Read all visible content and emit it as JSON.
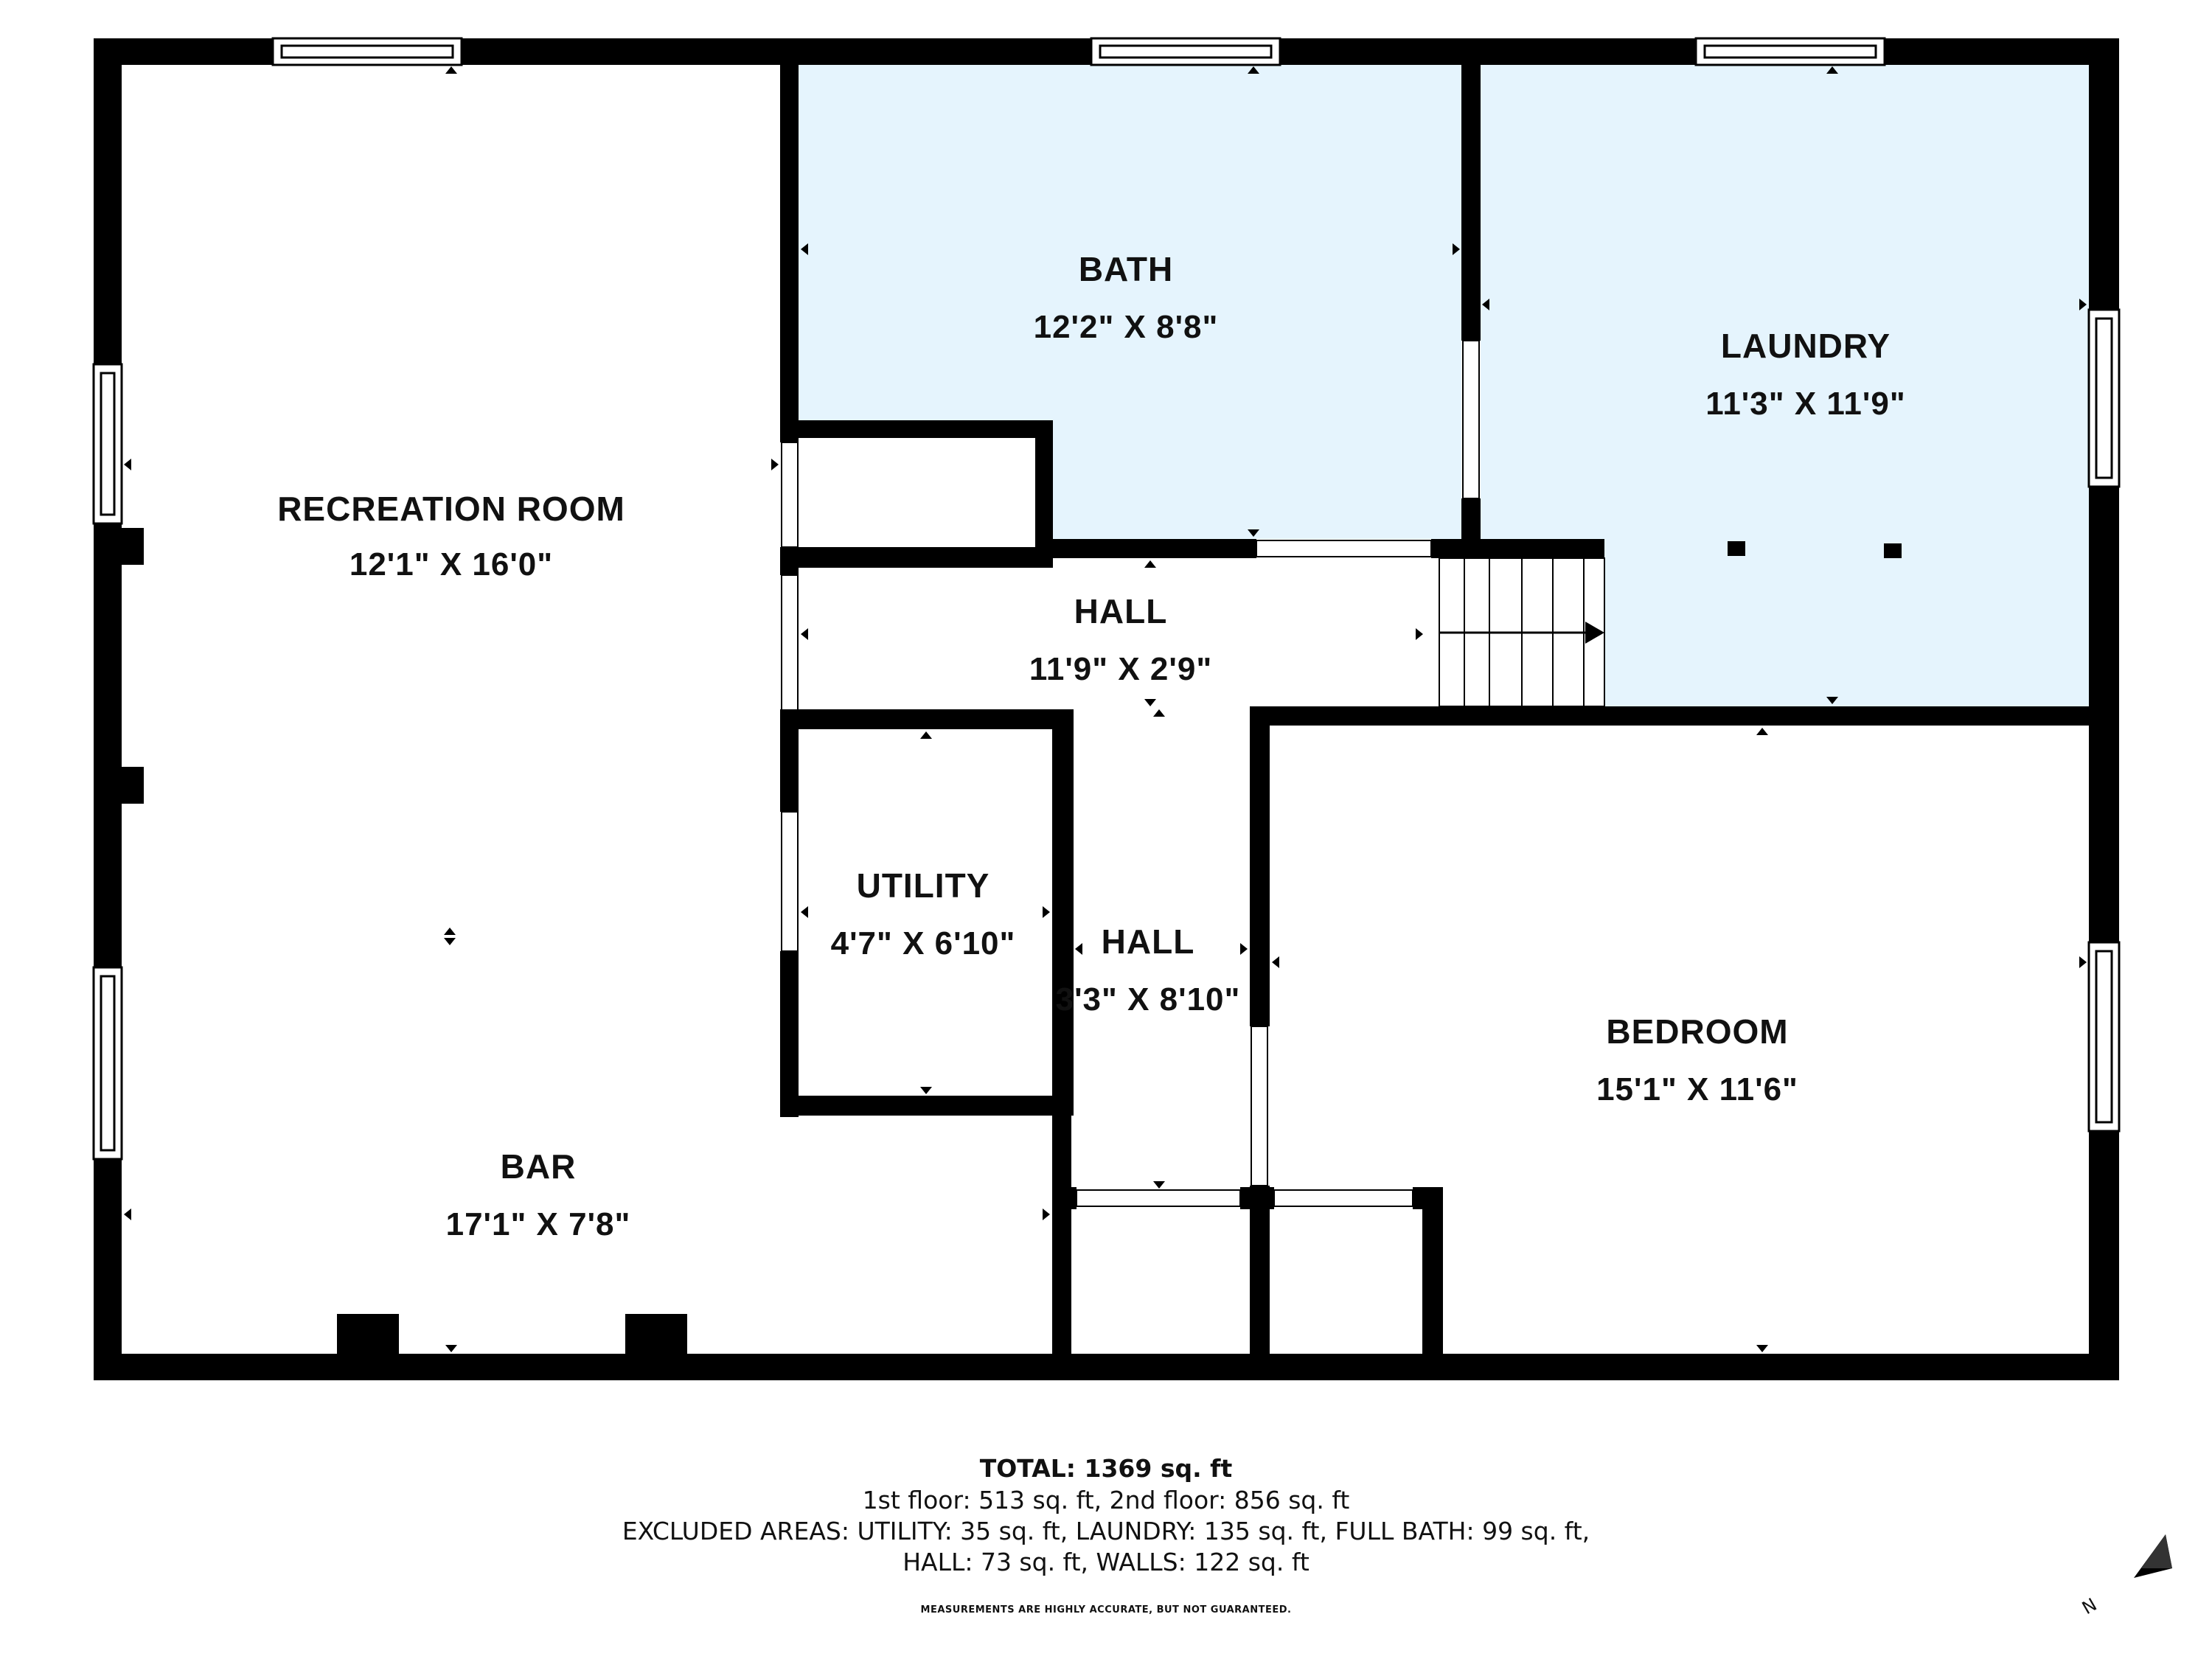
{
  "rooms": {
    "recreation": {
      "name": "RECREATION ROOM",
      "dims": "12'1\" X 16'0\""
    },
    "bath": {
      "name": "BATH",
      "dims": "12'2\" X 8'8\""
    },
    "laundry": {
      "name": "LAUNDRY",
      "dims": "11'3\" X 11'9\""
    },
    "hall_top": {
      "name": "HALL",
      "dims": "11'9\" X 2'9\""
    },
    "utility": {
      "name": "UTILITY",
      "dims": "4'7\" X 6'10\""
    },
    "hall_mid": {
      "name": "HALL",
      "dims": "3'3\" X 8'10\""
    },
    "bedroom": {
      "name": "BEDROOM",
      "dims": "15'1\" X 11'6\""
    },
    "bar": {
      "name": "BAR",
      "dims": "17'1\" X 7'8\""
    }
  },
  "summary": {
    "total_label": "TOTAL:",
    "total_value": "1369 sq. ft",
    "line1": "1st floor: 513 sq. ft, 2nd floor: 856 sq. ft",
    "line2": "EXCLUDED AREAS: UTILITY: 35 sq. ft, LAUNDRY: 135 sq. ft, FULL BATH: 99 sq. ft,",
    "line3": "HALL: 73 sq. ft, WALLS: 122 sq. ft",
    "disclaimer": "MEASUREMENTS ARE HIGHLY ACCURATE, BUT NOT GUARANTEED."
  },
  "compass": {
    "label": "N",
    "icon": "north-arrow-icon"
  },
  "colors": {
    "wall": "#000000",
    "excluded_fill": "#e5f4fd",
    "background": "#ffffff"
  }
}
